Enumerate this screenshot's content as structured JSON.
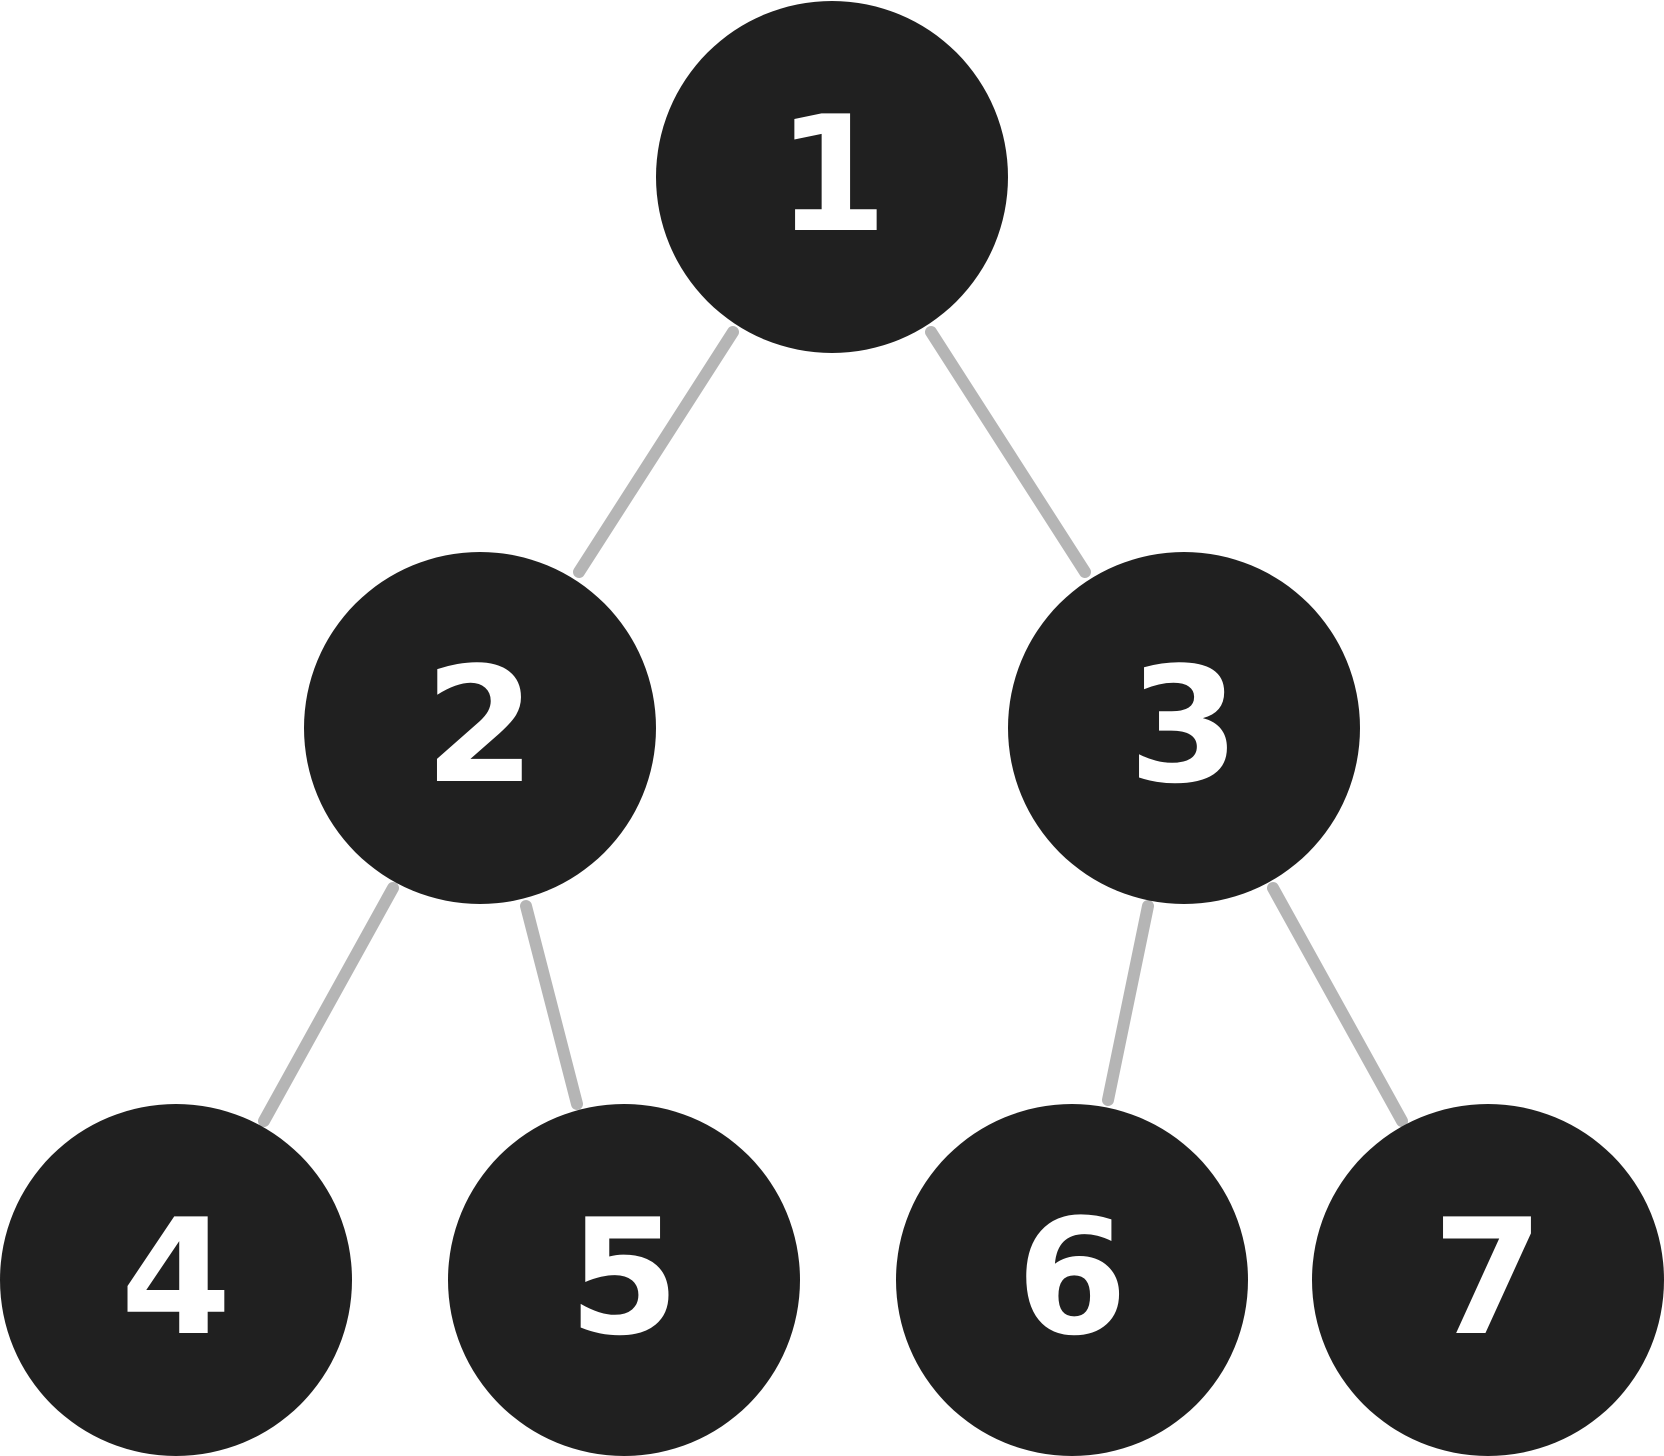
{
  "tree": {
    "nodes": [
      {
        "id": "1",
        "label": "1"
      },
      {
        "id": "2",
        "label": "2"
      },
      {
        "id": "3",
        "label": "3"
      },
      {
        "id": "4",
        "label": "4"
      },
      {
        "id": "5",
        "label": "5"
      },
      {
        "id": "6",
        "label": "6"
      },
      {
        "id": "7",
        "label": "7"
      }
    ],
    "edges": [
      {
        "from": "1",
        "to": "2"
      },
      {
        "from": "1",
        "to": "3"
      },
      {
        "from": "2",
        "to": "4"
      },
      {
        "from": "2",
        "to": "5"
      },
      {
        "from": "3",
        "to": "6"
      },
      {
        "from": "3",
        "to": "7"
      }
    ]
  },
  "colors": {
    "node_fill": "#202020",
    "node_text": "#ffffff",
    "edge": "#b5b5b5",
    "background": "#ffffff"
  }
}
